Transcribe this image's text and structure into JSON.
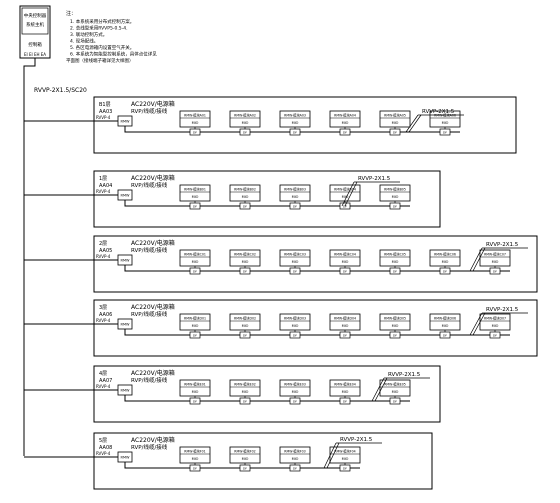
{
  "controller": {
    "title": "中央控制器",
    "subtitle": "系统主机",
    "device_label": "控制箱",
    "ports": "EI EI EH EA"
  },
  "notes": {
    "heading": "注：",
    "lines": [
      "1. 本系统采用分布式控制方案。",
      "2. 总线型采用RVVP5-0.5-4.",
      "3. 联动控制方式。",
      "4. 现场配线。",
      "5. 各区电源箱内设置空气开关。",
      "6. 本系统为智能型控制系统，具体点位详见",
      "平面图（接线端子箱详见大样图）"
    ]
  },
  "main_cable": "RVVP-2X1.5/SC20",
  "branch_labels": {
    "left_cable": "RVVP-4",
    "gateway": "RMW",
    "module_tag": "MIO",
    "fuse_tag": "DF"
  },
  "groups": [
    {
      "floor": "B1层",
      "box": "AA03",
      "power": "AC220V/电源箱",
      "feed": "RVP/线缆/接线",
      "cable": "RVVP-2X1.5",
      "modules": [
        "RMW-模块A01",
        "RMW-模块A02",
        "RMW-模块A03",
        "RMW-模块A04",
        "RMW-模块A05",
        "RMW-模块A06"
      ]
    },
    {
      "floor": "1层",
      "box": "AA04",
      "power": "AC220V/电源箱",
      "feed": "RVP/线缆/接线",
      "cable": "RVVP-2X1.5",
      "modules": [
        "RMW-模块B01",
        "RMW-模块B02",
        "RMW-模块B03",
        "RMW-模块B04",
        "RMW-模块B05"
      ]
    },
    {
      "floor": "2层",
      "box": "AA05",
      "power": "AC220V/电源箱",
      "feed": "RVP/线缆/接线",
      "cable": "RVVP-2X1.5",
      "modules": [
        "RMW-模块C01",
        "RMW-模块C02",
        "RMW-模块C03",
        "RMW-模块C04",
        "RMW-模块C05",
        "RMW-模块C06",
        "RMW-模块C07"
      ]
    },
    {
      "floor": "3层",
      "box": "AA06",
      "power": "AC220V/电源箱",
      "feed": "RVP/线缆/接线",
      "cable": "RVVP-2X1.5",
      "modules": [
        "RMW-模块D01",
        "RMW-模块D02",
        "RMW-模块D03",
        "RMW-模块D04",
        "RMW-模块D05",
        "RMW-模块D06",
        "RMW-模块D07"
      ]
    },
    {
      "floor": "4层",
      "box": "AA07",
      "power": "AC220V/电源箱",
      "feed": "RVP/线缆/接线",
      "cable": "RVVP-2X1.5",
      "modules": [
        "RMW-模块E01",
        "RMW-模块E02",
        "RMW-模块E03",
        "RMW-模块E04",
        "RMW-模块E05"
      ]
    },
    {
      "floor": "5层",
      "box": "AA08",
      "power": "AC220V/电源箱",
      "feed": "RVP/线缆/接线",
      "cable": "RVVP-2X1.5",
      "modules": [
        "RMW-模块F01",
        "RMW-模块F02",
        "RMW-模块F03",
        "RMW-模块F04"
      ]
    }
  ]
}
